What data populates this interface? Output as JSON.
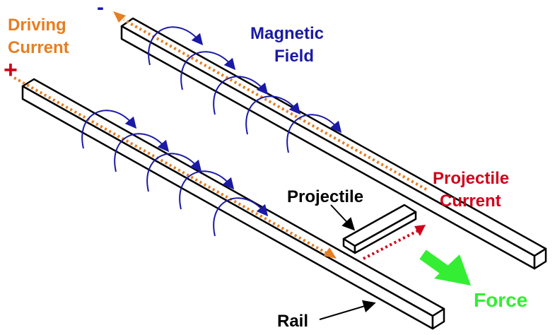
{
  "labels": {
    "driving_current_line1": "Driving",
    "driving_current_line2": "Current",
    "magnetic_field_line1": "Magnetic",
    "magnetic_field_line2": "Field",
    "projectile_current_line1": "Projectile",
    "projectile_current_line2": "Current",
    "projectile": "Projectile",
    "rail": "Rail",
    "force": "Force",
    "negative_sign": "-",
    "positive_sign": "+"
  },
  "colors": {
    "driving_current": "#e67e22",
    "magnetic_field": "#1a1aa6",
    "projectile_current": "#d0021b",
    "force": "#33ee33",
    "rail_outline": "#000000",
    "label_black": "#000000"
  }
}
